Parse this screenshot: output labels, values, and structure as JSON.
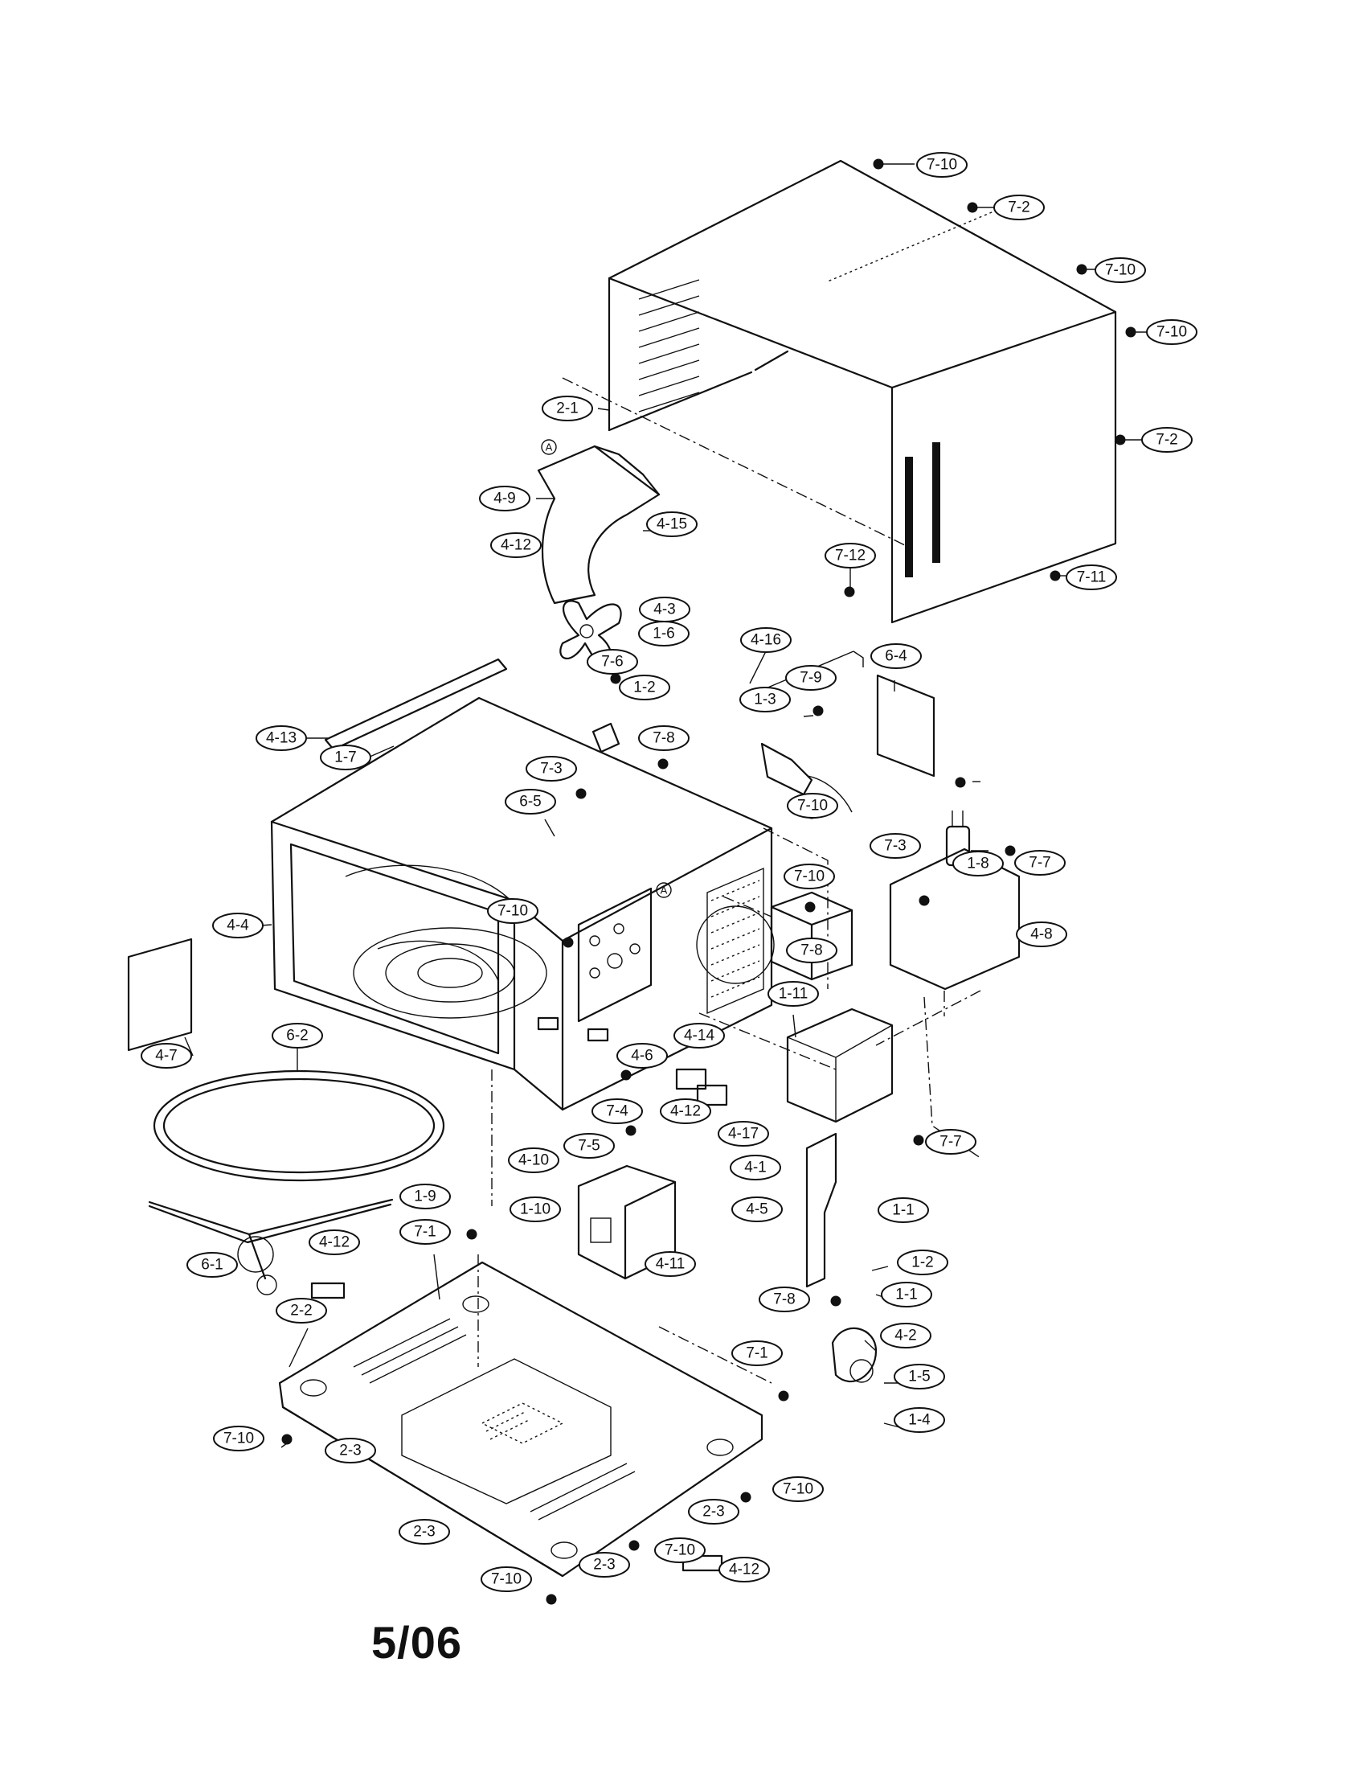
{
  "page_date": "5/06",
  "reference_marker": "A",
  "callouts": [
    {
      "id": "7-10"
    },
    {
      "id": "7-2"
    },
    {
      "id": "7-10"
    },
    {
      "id": "7-10"
    },
    {
      "id": "7-2"
    },
    {
      "id": "7-11"
    },
    {
      "id": "2-1"
    },
    {
      "id": "4-9"
    },
    {
      "id": "4-15"
    },
    {
      "id": "4-12"
    },
    {
      "id": "4-3"
    },
    {
      "id": "1-6"
    },
    {
      "id": "7-12"
    },
    {
      "id": "4-16"
    },
    {
      "id": "6-4"
    },
    {
      "id": "7-6"
    },
    {
      "id": "1-2"
    },
    {
      "id": "7-9"
    },
    {
      "id": "1-3"
    },
    {
      "id": "4-13"
    },
    {
      "id": "1-7"
    },
    {
      "id": "7-8"
    },
    {
      "id": "7-3"
    },
    {
      "id": "7-10"
    },
    {
      "id": "6-5"
    },
    {
      "id": "7-10"
    },
    {
      "id": "7-3"
    },
    {
      "id": "1-8"
    },
    {
      "id": "7-7"
    },
    {
      "id": "4-4"
    },
    {
      "id": "7-10"
    },
    {
      "id": "7-8"
    },
    {
      "id": "4-8"
    },
    {
      "id": "1-11"
    },
    {
      "id": "4-7"
    },
    {
      "id": "6-2"
    },
    {
      "id": "4-6"
    },
    {
      "id": "4-14"
    },
    {
      "id": "7-4"
    },
    {
      "id": "4-12"
    },
    {
      "id": "4-17"
    },
    {
      "id": "7-7"
    },
    {
      "id": "7-5"
    },
    {
      "id": "4-10"
    },
    {
      "id": "4-1"
    },
    {
      "id": "1-1"
    },
    {
      "id": "1-9"
    },
    {
      "id": "1-10"
    },
    {
      "id": "4-5"
    },
    {
      "id": "7-1"
    },
    {
      "id": "6-1"
    },
    {
      "id": "4-11"
    },
    {
      "id": "1-2"
    },
    {
      "id": "4-12"
    },
    {
      "id": "1-1"
    },
    {
      "id": "7-8"
    },
    {
      "id": "4-2"
    },
    {
      "id": "2-2"
    },
    {
      "id": "7-1"
    },
    {
      "id": "1-5"
    },
    {
      "id": "1-4"
    },
    {
      "id": "7-10"
    },
    {
      "id": "2-3"
    },
    {
      "id": "7-10"
    },
    {
      "id": "2-3"
    },
    {
      "id": "2-3"
    },
    {
      "id": "7-10"
    },
    {
      "id": "2-3"
    },
    {
      "id": "4-12"
    },
    {
      "id": "7-10"
    }
  ]
}
